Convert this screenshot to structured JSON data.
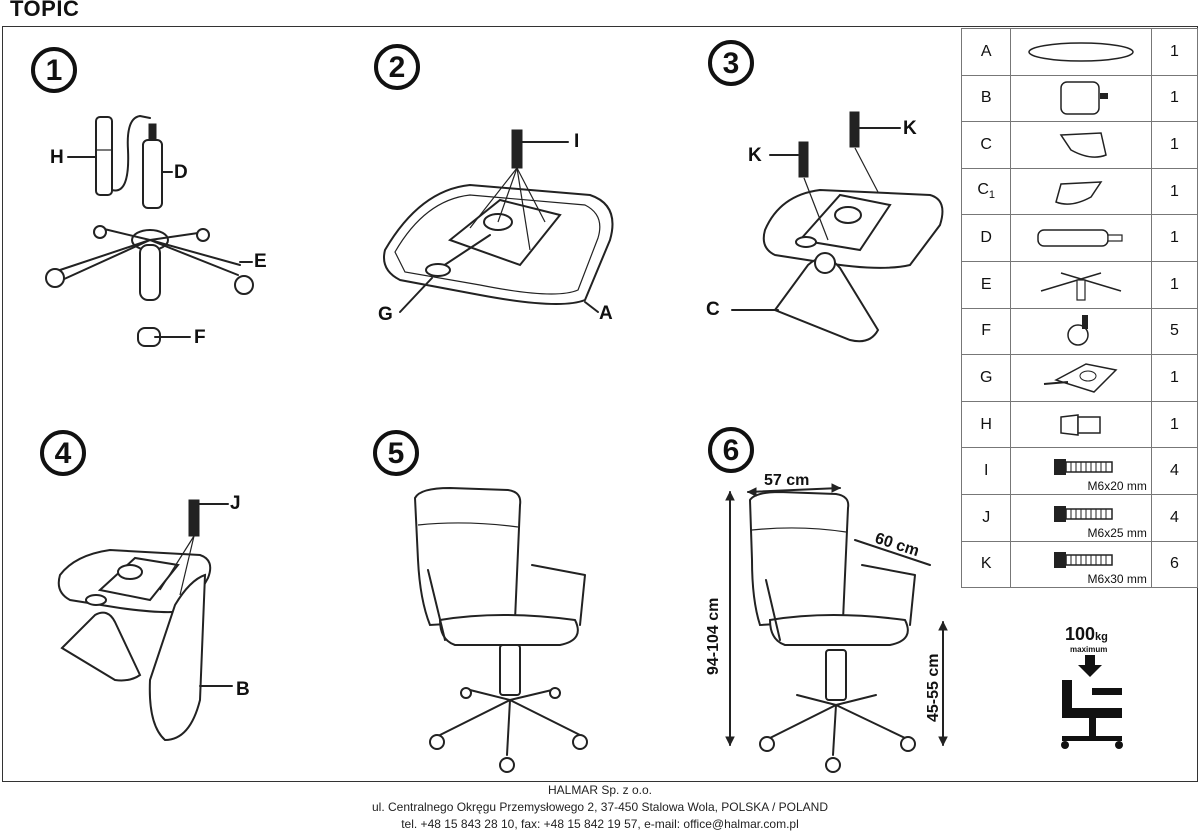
{
  "title": "TOPIC",
  "steps": [
    "1",
    "2",
    "3",
    "4",
    "5",
    "6"
  ],
  "labels": {
    "H": "H",
    "D": "D",
    "E": "E",
    "F": "F",
    "I": "I",
    "G": "G",
    "A": "A",
    "K": "K",
    "C": "C",
    "J": "J",
    "B": "B"
  },
  "dimensions": {
    "width": "57 cm",
    "depth": "60 cm",
    "height": "94-104 cm",
    "seat_height": "45-55 cm"
  },
  "parts": [
    {
      "letter": "A",
      "sub": "",
      "icon": "seat-icon",
      "spec": "",
      "qty": "1"
    },
    {
      "letter": "B",
      "sub": "",
      "icon": "backrest-icon",
      "spec": "",
      "qty": "1"
    },
    {
      "letter": "C",
      "sub": "",
      "icon": "armrest-right-icon",
      "spec": "",
      "qty": "1"
    },
    {
      "letter": "C",
      "sub": "1",
      "icon": "armrest-left-icon",
      "spec": "",
      "qty": "1"
    },
    {
      "letter": "D",
      "sub": "",
      "icon": "gas-lift-icon",
      "spec": "",
      "qty": "1"
    },
    {
      "letter": "E",
      "sub": "",
      "icon": "base-star-icon",
      "spec": "",
      "qty": "1"
    },
    {
      "letter": "F",
      "sub": "",
      "icon": "castor-icon",
      "spec": "",
      "qty": "5"
    },
    {
      "letter": "G",
      "sub": "",
      "icon": "mechanism-icon",
      "spec": "",
      "qty": "1"
    },
    {
      "letter": "H",
      "sub": "",
      "icon": "cover-icon",
      "spec": "",
      "qty": "1"
    },
    {
      "letter": "I",
      "sub": "",
      "icon": "bolt-icon",
      "spec": "M6x20 mm",
      "qty": "4"
    },
    {
      "letter": "J",
      "sub": "",
      "icon": "bolt-icon",
      "spec": "M6x25 mm",
      "qty": "4"
    },
    {
      "letter": "K",
      "sub": "",
      "icon": "bolt-icon",
      "spec": "M6x30 mm",
      "qty": "6"
    }
  ],
  "max_load": {
    "value": "100",
    "unit": "kg",
    "caption": "maximum"
  },
  "footer": {
    "company": "HALMAR Sp. z o.o.",
    "address": "ul. Centralnego Okręgu Przemysłowego 2, 37-450 Stalowa Wola, POLSKA / POLAND",
    "contact": "tel. +48 15 843 28 10, fax: +48 15 842 19 57, e-mail: office@halmar.com.pl"
  }
}
